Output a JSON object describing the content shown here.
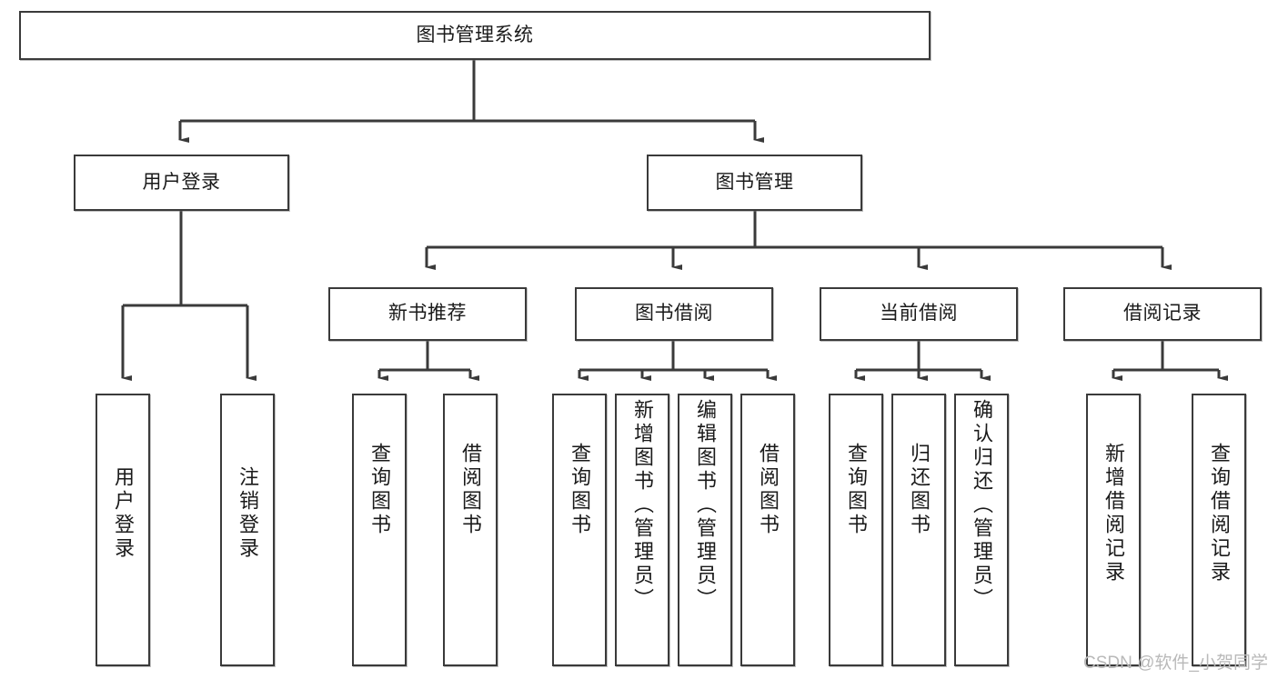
{
  "diagram": {
    "title": "图书管理系统",
    "watermark": "CSDN @软件_小贺同学",
    "colors": {
      "stroke": "#3a3a3a",
      "fill": "#ffffff",
      "text": "#1a1a1a",
      "watermark": "#b9b9b9"
    },
    "nodes": {
      "root": "图书管理系统",
      "level2": [
        {
          "id": "user-login",
          "label": "用户登录"
        },
        {
          "id": "book-manage",
          "label": "图书管理"
        }
      ],
      "level3": [
        {
          "id": "new-book-recommend",
          "label": "新书推荐"
        },
        {
          "id": "book-borrow",
          "label": "图书借阅"
        },
        {
          "id": "current-borrow",
          "label": "当前借阅"
        },
        {
          "id": "borrow-record",
          "label": "借阅记录"
        }
      ],
      "leaves": {
        "user_login": [
          {
            "id": "leaf-user-login",
            "label": "用户登录"
          },
          {
            "id": "leaf-logout-login",
            "label": "注销登录"
          }
        ],
        "new_book_recommend": [
          {
            "id": "leaf-query-book-1",
            "label": "查询图书"
          },
          {
            "id": "leaf-borrow-book-1",
            "label": "借阅图书"
          }
        ],
        "book_borrow": [
          {
            "id": "leaf-query-book-2",
            "label": "查询图书"
          },
          {
            "id": "leaf-add-book",
            "label": "新增图书（管理员）"
          },
          {
            "id": "leaf-edit-book",
            "label": "编辑图书（管理员）"
          },
          {
            "id": "leaf-borrow-book-2",
            "label": "借阅图书"
          }
        ],
        "current_borrow": [
          {
            "id": "leaf-query-book-3",
            "label": "查询图书"
          },
          {
            "id": "leaf-return-book",
            "label": "归还图书"
          },
          {
            "id": "leaf-confirm-return",
            "label": "确认归还（管理员）"
          }
        ],
        "borrow_record": [
          {
            "id": "leaf-add-borrow-record",
            "label": "新增借阅记录"
          },
          {
            "id": "leaf-query-borrow-record",
            "label": "查询借阅记录"
          }
        ]
      }
    }
  }
}
